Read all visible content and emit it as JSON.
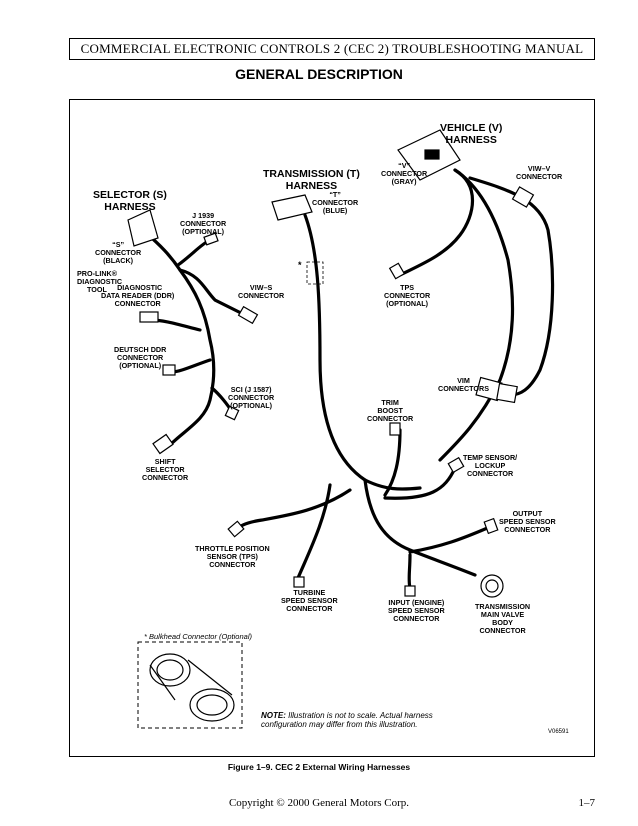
{
  "header": {
    "title": "COMMERCIAL ELECTRONIC CONTROLS 2 (CEC 2) TROUBLESHOOTING MANUAL"
  },
  "section_title": "GENERAL DESCRIPTION",
  "harnesses": {
    "vehicle": [
      "VEHICLE (V)",
      "HARNESS"
    ],
    "transmission": [
      "TRANSMISSION (T)",
      "HARNESS"
    ],
    "selector": [
      "SELECTOR (S)",
      "HARNESS"
    ]
  },
  "connectors": {
    "v_conn": [
      "“V”",
      "CONNECTOR",
      "(GRAY)"
    ],
    "viw_v": [
      "VIW–V",
      "CONNECTOR"
    ],
    "t_conn": [
      "“T”",
      "CONNECTOR",
      "(BLUE)"
    ],
    "j1939": [
      "J 1939",
      "CONNECTOR",
      "(OPTIONAL)"
    ],
    "s_conn": [
      "“S”",
      "CONNECTOR",
      "(BLACK)"
    ],
    "prolink": [
      "PRO-LINK®",
      "DIAGNOSTIC",
      "TOOL"
    ],
    "ddr": [
      "DIAGNOSTIC",
      "DATA READER (DDR)",
      "CONNECTOR"
    ],
    "viw_s": [
      "VIW–S",
      "CONNECTOR"
    ],
    "tps": [
      "TPS",
      "CONNECTOR",
      "(OPTIONAL)"
    ],
    "deutsch": [
      "DEUTSCH DDR",
      "CONNECTOR",
      "(OPTIONAL)"
    ],
    "vim": [
      "VIM",
      "CONNECTORS"
    ],
    "sci": [
      "SCI (J 1587)",
      "CONNECTOR",
      "(OPTIONAL)"
    ],
    "trim": [
      "TRIM",
      "BOOST",
      "CONNECTOR"
    ],
    "shift": [
      "SHIFT",
      "SELECTOR",
      "CONNECTOR"
    ],
    "temp": [
      "TEMP SENSOR/",
      "LOCKUP",
      "CONNECTOR"
    ],
    "output": [
      "OUTPUT",
      "SPEED SENSOR",
      "CONNECTOR"
    ],
    "throttle": [
      "THROTTLE POSITION",
      "SENSOR (TPS)",
      "CONNECTOR"
    ],
    "turbine": [
      "TURBINE",
      "SPEED SENSOR",
      "CONNECTOR"
    ],
    "input": [
      "INPUT (ENGINE)",
      "SPEED SENSOR",
      "CONNECTOR"
    ],
    "tmv": [
      "TRANSMISSION",
      "MAIN VALVE",
      "BODY",
      "CONNECTOR"
    ]
  },
  "asterisk": "*",
  "bulkhead": "* Bulkhead Connector (Optional)",
  "note": {
    "bold": "NOTE:",
    "text1": " Illustration is not to scale.  Actual harness",
    "text2": "configuration may differ from this illustration."
  },
  "figure_id": "V06591",
  "caption": "Figure 1–9.  CEC 2 External Wiring Harnesses",
  "footer": {
    "copyright": "Copyright © 2000 General Motors Corp.",
    "page": "1–7"
  }
}
